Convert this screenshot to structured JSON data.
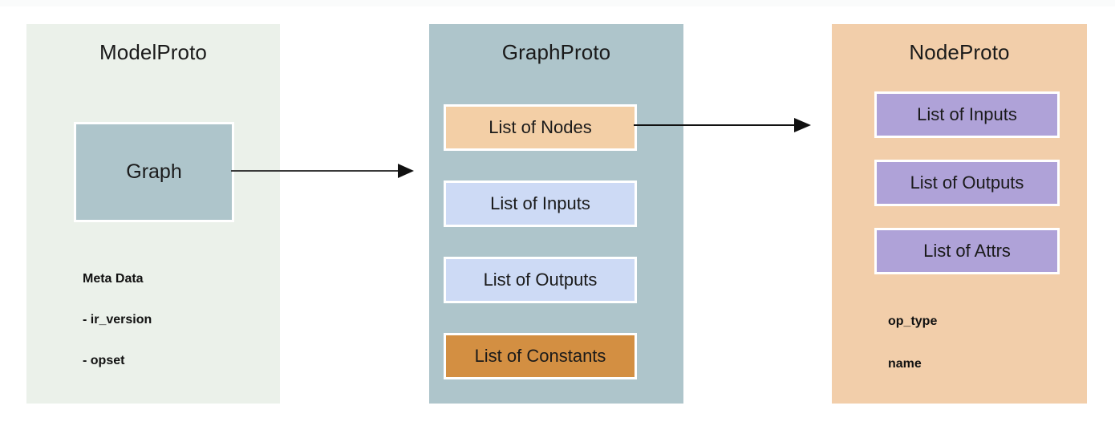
{
  "diagram": {
    "title_hidden": "",
    "type": "block-diagram",
    "panels": [
      {
        "id": "model-proto",
        "title": "ModelProto",
        "bg_color": "#ebf1ea",
        "boxes": [
          {
            "label": "Graph",
            "color": "#aec5cb"
          }
        ],
        "meta": [
          "Meta Data",
          "- ir_version",
          "- opset"
        ]
      },
      {
        "id": "graph-proto",
        "title": "GraphProto",
        "bg_color": "#aec5cb",
        "boxes": [
          {
            "label": "List of Nodes",
            "color": "#f3cfa6"
          },
          {
            "label": "List of Inputs",
            "color": "#cddaf5"
          },
          {
            "label": "List of Outputs",
            "color": "#cddaf5"
          },
          {
            "label": "List of Constants",
            "color": "#d38f42"
          }
        ],
        "meta": []
      },
      {
        "id": "node-proto",
        "title": "NodeProto",
        "bg_color": "#f2ceaa",
        "boxes": [
          {
            "label": "List of Inputs",
            "color": "#afa2d8"
          },
          {
            "label": "List of Outputs",
            "color": "#afa2d8"
          },
          {
            "label": "List of Attrs",
            "color": "#afa2d8"
          }
        ],
        "meta": [
          "op_type",
          "name"
        ]
      }
    ],
    "connectors": [
      {
        "id": "graph-to-graphproto",
        "from": "Graph",
        "to": "GraphProto",
        "color": "#3a3a3a"
      },
      {
        "id": "nodes-to-nodeproto",
        "from": "List of Nodes",
        "to": "NodeProto",
        "color": "#111111"
      }
    ],
    "colors": {
      "page_background": "#ffffff",
      "top_strip": "#fafbfb",
      "box_border": "#ffffff",
      "text": "#1a1a1a"
    }
  }
}
